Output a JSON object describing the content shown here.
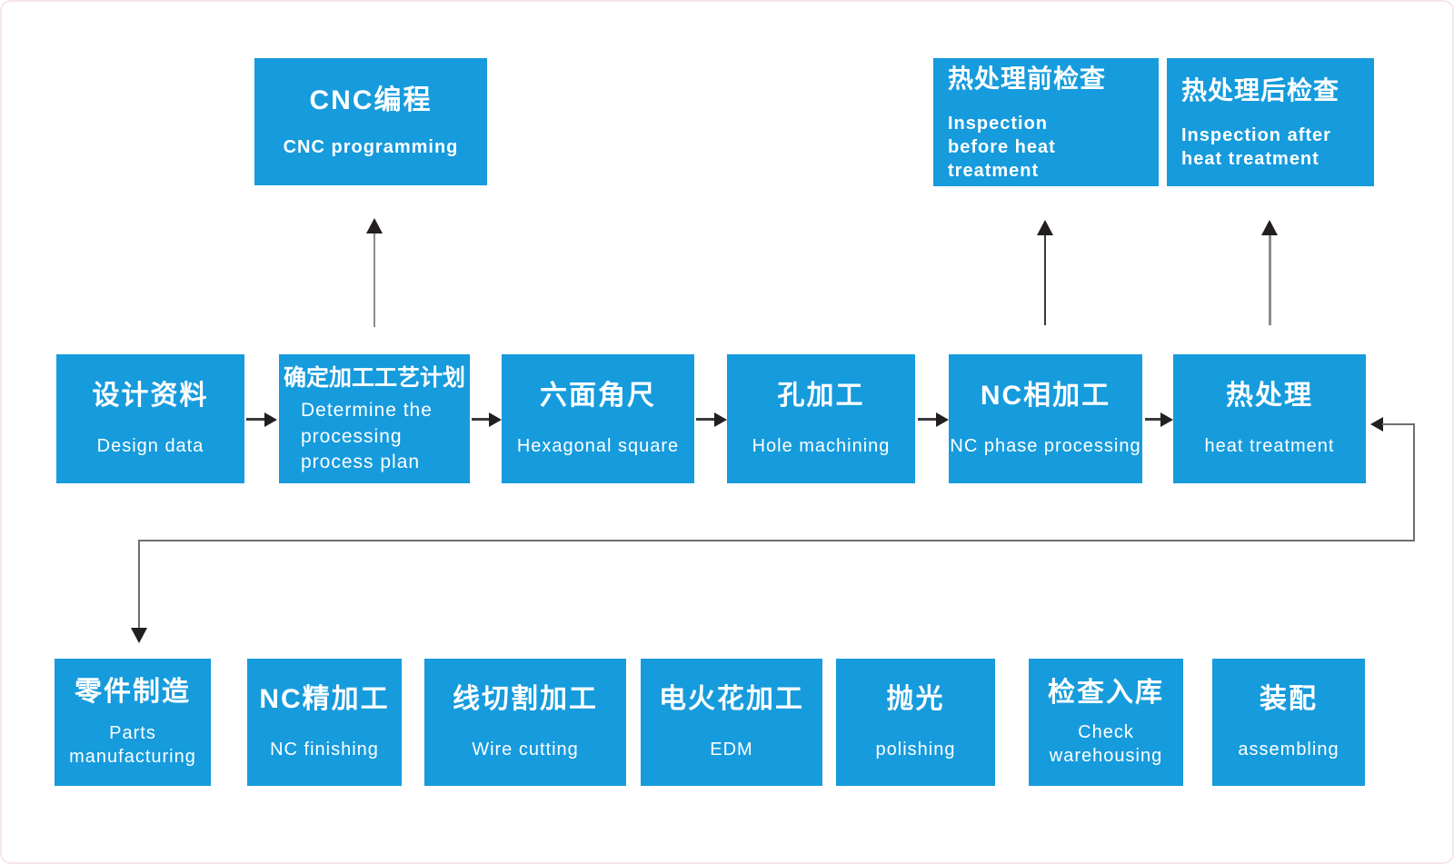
{
  "colors": {
    "box_blue": "#169bdd",
    "text_white": "#ffffff",
    "arrow_head_dark": "#231f20",
    "line_gray": "#6d6e71",
    "background": "#ffffff"
  },
  "diagram": {
    "top_row": [
      {
        "id": "cnc-programming",
        "zh": "CNC编程",
        "en": "CNC programming"
      },
      {
        "id": "inspection-before",
        "zh": "热处理前检查",
        "en": "Inspection before heat treatment"
      },
      {
        "id": "inspection-after",
        "zh": "热处理后检查",
        "en": "Inspection after heat treatment"
      }
    ],
    "middle_row": [
      {
        "id": "design-data",
        "zh": "设计资料",
        "en": "Design data"
      },
      {
        "id": "determine-plan",
        "zh": "确定加工工艺计划",
        "en": "Determine the processing process plan"
      },
      {
        "id": "hexagonal-square",
        "zh": "六面角尺",
        "en": "Hexagonal square"
      },
      {
        "id": "hole-machining",
        "zh": "孔加工",
        "en": "Hole machining"
      },
      {
        "id": "nc-phase-processing",
        "zh": "NC相加工",
        "en": "NC phase processing"
      },
      {
        "id": "heat-treatment",
        "zh": "热处理",
        "en": "heat treatment"
      }
    ],
    "bottom_row": [
      {
        "id": "parts-manufacturing",
        "zh": "零件制造",
        "en": "Parts manufacturing"
      },
      {
        "id": "nc-finishing",
        "zh": "NC精加工",
        "en": "NC finishing"
      },
      {
        "id": "wire-cutting",
        "zh": "线切割加工",
        "en": "Wire cutting"
      },
      {
        "id": "edm",
        "zh": "电火花加工",
        "en": "EDM"
      },
      {
        "id": "polishing",
        "zh": "抛光",
        "en": "polishing"
      },
      {
        "id": "check-warehousing",
        "zh": "检查入库",
        "en": "Check warehousing"
      },
      {
        "id": "assembling",
        "zh": "装配",
        "en": "assembling"
      }
    ]
  }
}
